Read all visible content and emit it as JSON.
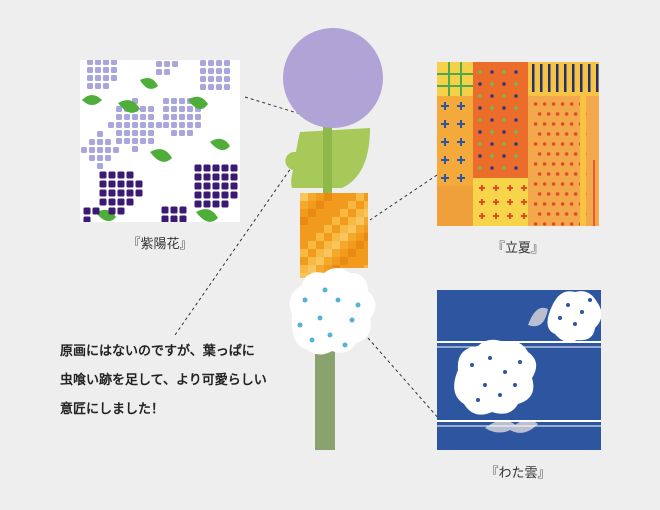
{
  "swatches": [
    {
      "id": "ajisai",
      "caption": "『紫陽花』"
    },
    {
      "id": "rikka",
      "caption": "『立夏』"
    },
    {
      "id": "watagumo",
      "caption": "『わた雲』"
    }
  ],
  "note": {
    "lines": [
      "原画にはないのですが、葉っぱに",
      "虫喰い跡を足して、より可愛らしい",
      "意匠にしました！"
    ]
  },
  "colors": {
    "background": "#eeeeee",
    "purple_light": "#b0a3d6",
    "purple_dark": "#3b1a73",
    "leaf_green": "#a6c95a",
    "bright_green": "#4fae3a",
    "orange": "#f29a1c",
    "navy": "#2e55a0",
    "stem": "#8aa36e"
  }
}
